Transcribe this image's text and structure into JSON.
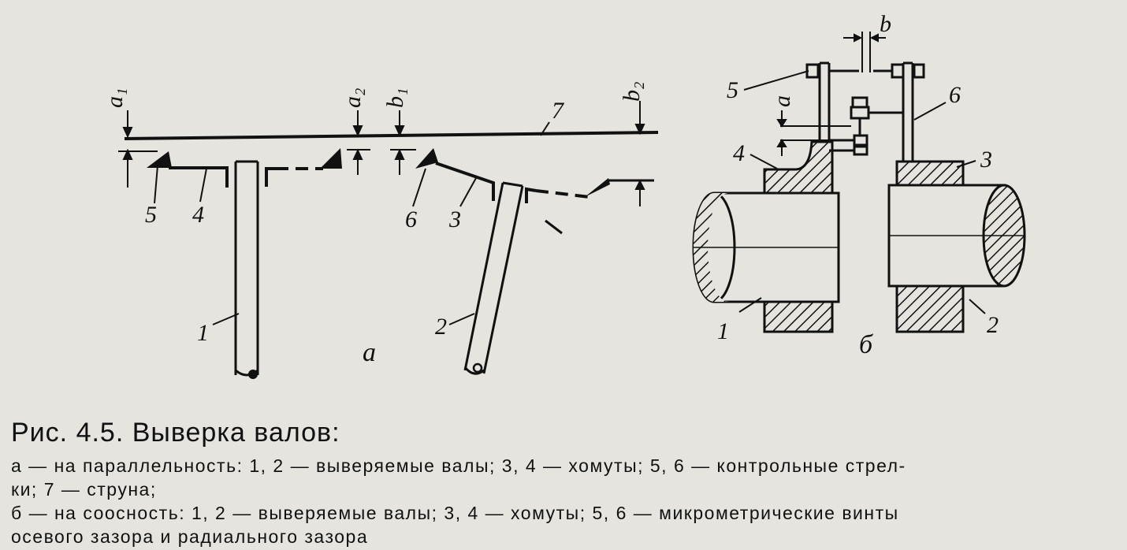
{
  "figure": {
    "part_a": {
      "labels": {
        "a1": "a₁",
        "a2": "a₂",
        "b1": "b₁",
        "b2": "b₂",
        "n7": "7",
        "n5": "5",
        "n4": "4",
        "n6": "6",
        "n3": "3",
        "n1": "1",
        "n2": "2"
      },
      "panel_letter": "а"
    },
    "part_b": {
      "labels": {
        "b": "b",
        "a": "a",
        "n5": "5",
        "n6": "6",
        "n4": "4",
        "n3": "3",
        "n1": "1",
        "n2": "2"
      },
      "panel_letter": "б"
    }
  },
  "caption": {
    "title": "Рис. 4.5. Выверка валов:",
    "line1": "а — на параллельность: 1, 2 — выверяемые валы; 3, 4 — хомуты; 5, 6 — контрольные стрел-",
    "line2": "ки; 7 — струна;",
    "line3": "б — на соосность: 1, 2 — выверяемые валы; 3, 4 — хомуты; 5, 6 — микрометрические винты",
    "line4": "осевого зазора и радиального зазора"
  }
}
